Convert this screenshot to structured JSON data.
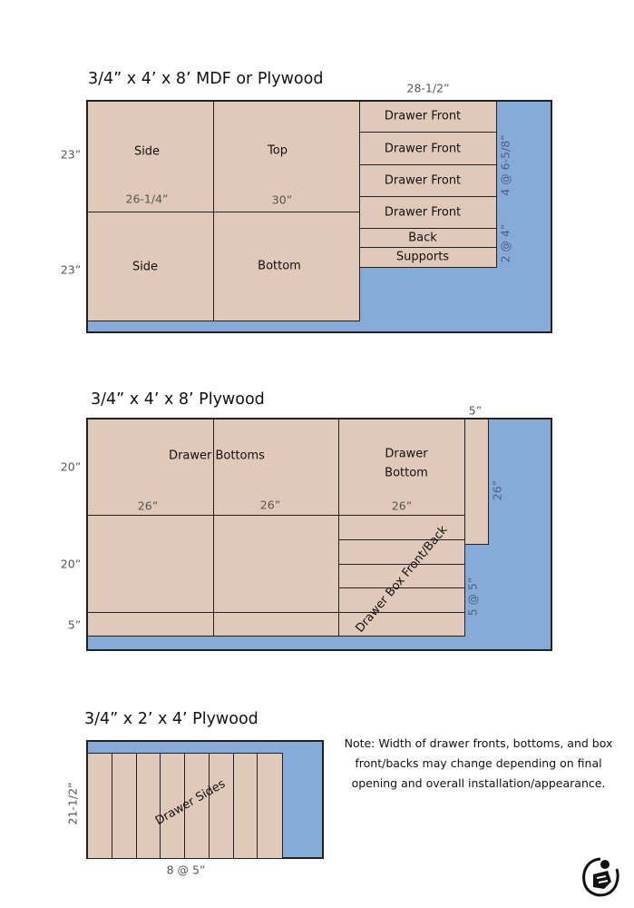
{
  "sheet1": {
    "title": "3/4” x 4’ x 8’ MDF or Plywood",
    "pieces": {
      "side_top": "Side",
      "top": "Top",
      "side_bottom": "Side",
      "bottom": "Bottom",
      "drawer_front": "Drawer Front",
      "back": "Back",
      "supports": "Supports"
    },
    "dims": {
      "width_fronts": "28-1/2”",
      "height_top": "23”",
      "height_bottom": "23”",
      "side_width": "26-1/4”",
      "top_width": "30”",
      "fronts_count": "4 @ 6-5/8”",
      "back_supports_count": "2 @ 4”"
    }
  },
  "sheet2": {
    "title": "3/4” x 4’ x 8’ Plywood",
    "pieces": {
      "drawer_bottoms": "Drawer Bottoms",
      "drawer_bottom_1": "Drawer",
      "drawer_bottom_2": "Bottom",
      "box_front_back": "Drawer Box Front/Back"
    },
    "dims": {
      "col1": "26”",
      "col2": "26”",
      "col3": "26”",
      "strip_width": "5”",
      "strip_length": "26”",
      "row1": "20”",
      "row2": "20”",
      "row3": "5”",
      "strips_count": "5 @ 5”"
    }
  },
  "sheet3": {
    "title": "3/4” x 2’ x 4’ Plywood",
    "pieces": {
      "drawer_sides": "Drawer Sides"
    },
    "dims": {
      "height": "21-1/2”",
      "count": "8 @ 5”"
    }
  },
  "note": {
    "lines": [
      "Note: Width of drawer fronts, bottoms, and box",
      "front/backs may change depending on final",
      "opening and overall installation/appearance."
    ]
  },
  "colors": {
    "wood": "#e0c9b9",
    "waste": "#86abd8"
  }
}
